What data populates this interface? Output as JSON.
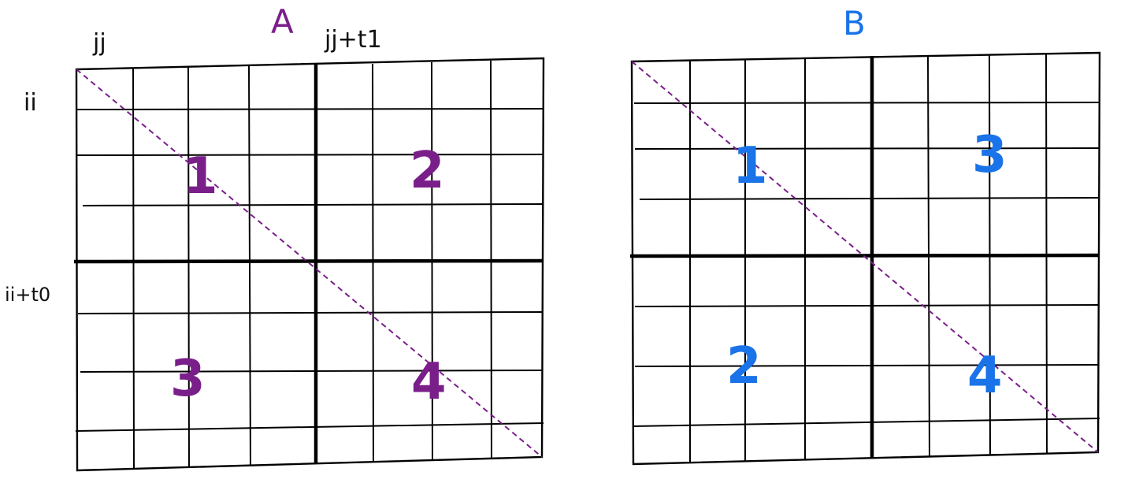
{
  "colors": {
    "grid": "#000000",
    "matrix_a": "#7a1f8a",
    "matrix_b": "#1a73e8",
    "diagonal": "#7a1f8a"
  },
  "matrix_a": {
    "title": "A",
    "col_labels": {
      "jj": "jj",
      "jj_plus_t1": "jj+t1"
    },
    "row_labels": {
      "ii": "ii",
      "ii_plus_t0": "ii+t0"
    },
    "quadrants": {
      "top_left": "1",
      "top_right": "2",
      "bottom_left": "3",
      "bottom_right": "4"
    }
  },
  "matrix_b": {
    "title": "B",
    "quadrants": {
      "top_left": "1",
      "top_right": "3",
      "bottom_left": "2",
      "bottom_right": "4"
    }
  }
}
